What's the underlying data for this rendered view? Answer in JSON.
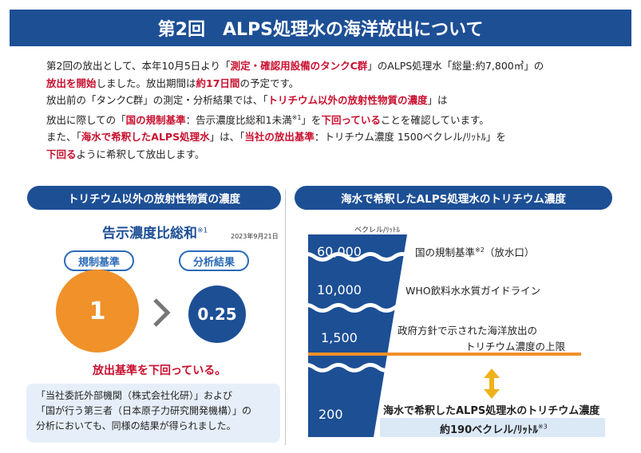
{
  "title": "第2回　ALPS処理水の海洋放出について",
  "intro": {
    "l1_a": "第2回の放出として、本年10月5日より「",
    "l1_b": "測定・確認用設備のタンクC群",
    "l1_c": "」のALPS処理水「総量:約7,800㎥」の",
    "l2_a": "放出を開始",
    "l2_b": "しました。放出期間は",
    "l2_c": "約17日間",
    "l2_d": "の予定です。",
    "l3_a": "放出前の「タンクC群」の測定・分析結果では、「",
    "l3_b": "トリチウム以外の放射性物質の濃度",
    "l3_c": "」は",
    "l4_a": "放出に際しての「",
    "l4_b": "国の規制基準",
    "l4_c": "：告示濃度比総和1未満",
    "l4_sup": "※1",
    "l4_d": "」を",
    "l4_e": "下回っている",
    "l4_f": "ことを確認しています。",
    "l5_a": "また、「",
    "l5_b": "海水で希釈したALPS処理水",
    "l5_c": "」は、「",
    "l5_d": "当社の放出基準",
    "l5_e": "：トリチウム濃度 1500ベクレル/ﾘｯﾄﾙ」を",
    "l6_a": "下回る",
    "l6_b": "ように希釈して放出します。"
  },
  "left": {
    "header": "トリチウム以外の放射性物質の濃度",
    "title": "告示濃度比総和",
    "title_sup": "※1",
    "date": "2023年9月21日",
    "tag_left": "規制基準",
    "tag_right": "分析結果",
    "value_left": "1",
    "value_right": "0.25",
    "result": "放出基準を下回っている。",
    "box_l1": "「当社委託外部機関（株式会社化研）」および",
    "box_l2": "「国が行う第三者（日本原子力研究開発機構）」の",
    "box_l3": "分析においても、同様の結果が得られました。"
  },
  "right": {
    "header": "海水で希釈したALPS処理水のトリチウム濃度",
    "unit": "ベクレル/ﾘｯﾄﾙ",
    "levels": [
      "60,000",
      "10,000",
      "1,500",
      "200"
    ],
    "label_60000": "国の規制基準",
    "label_60000_sup": "※2",
    "label_60000_b": "（放水口）",
    "label_10000": "WHO飲料水水質ガイドライン",
    "label_1500_l1": "政府方針で示された海洋放出の",
    "label_1500_l2": "トリチウム濃度の上限",
    "label_200_l1": "海水で希釈したALPS処理水のトリチウム濃度",
    "label_200_l2": "約190ベクレル/ﾘｯﾄﾙ",
    "label_200_sup": "※3"
  },
  "colors": {
    "navy": "#1d4f95",
    "blue": "#2a6ab8",
    "orange": "#f0912a",
    "red": "#c8102e"
  }
}
